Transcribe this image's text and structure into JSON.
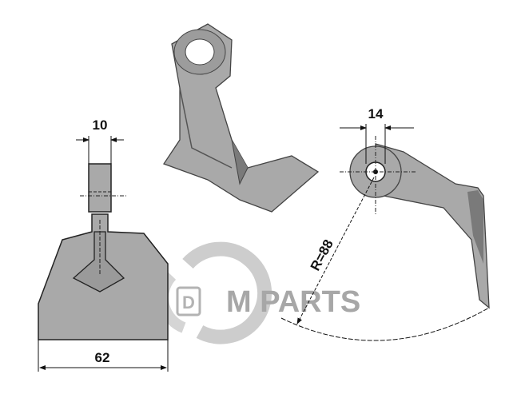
{
  "dimensions": {
    "thickness": "10",
    "width": "62",
    "bore": "14",
    "radius": "R=88"
  },
  "watermark": {
    "letter": "D",
    "text": "M PARTS"
  },
  "colors": {
    "part_fill": "#a9a9a9",
    "part_dark": "#7a7a7a",
    "line": "#111111",
    "watermark": "#8a8a8a"
  }
}
